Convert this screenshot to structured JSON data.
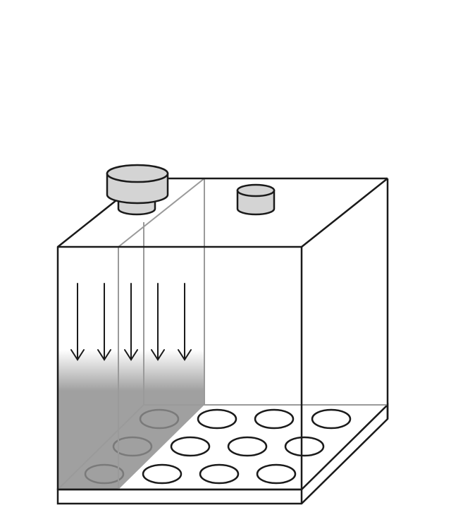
{
  "figure": {
    "subject": "chamber-with-inlet-and-outlet-caps",
    "arrow_count": 5,
    "well_rows": 3,
    "wells_per_row": 4,
    "colors": {
      "background": "#ffffff",
      "line": "#1a1a1a",
      "light_line": "#9a9a9a",
      "cap_fill": "#d4d4d4",
      "shaded_region": "#a0a0a0"
    }
  }
}
